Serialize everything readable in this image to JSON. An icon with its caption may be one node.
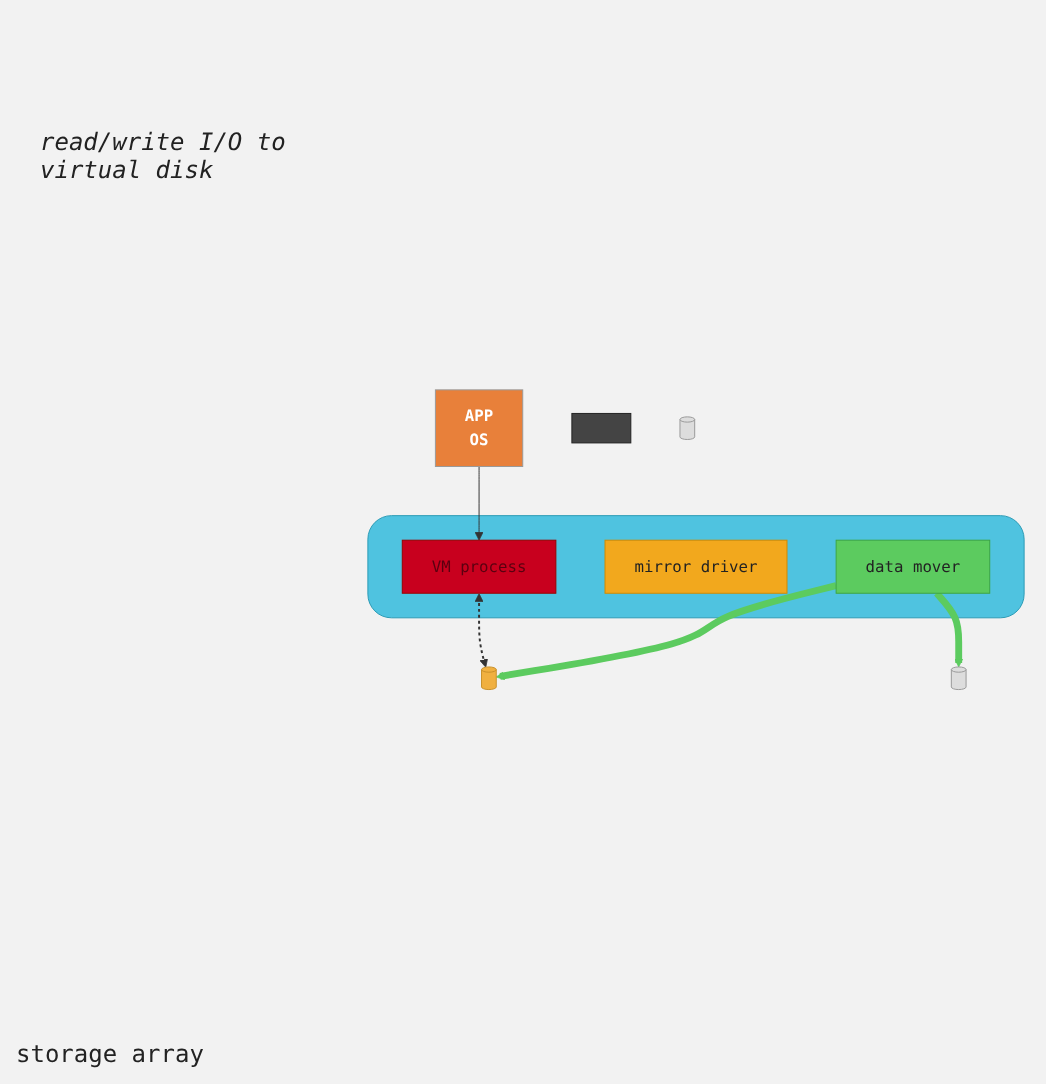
{
  "diagram": {
    "nodes": [
      {
        "text": [
          "APP",
          "OS"
        ]
      },
      {
        "text": [],
        "shape": "box"
      },
      {
        "text": [
          "VM process"
        ],
        "in": 1
      },
      {
        "text": [
          "mirror driver"
        ],
        "in": 1
      },
      {
        "text": [
          "data mover"
        ],
        "in": 1
      },
      {
        "text": [],
        "shape": "bar"
      },
      {
        "text": [],
        "shape": "cylinder"
      },
      {
        "text": [],
        "shape": "cylinder"
      },
      {
        "text": [],
        "shape": "cylinder"
      }
    ],
    "edges": [
      {
        "from": 0,
        "to": 2,
        "arrow": "to"
      },
      {
        "from": 4,
        "to": 6,
        "arrow": "to",
        "style": "thick",
        "color": "#5ccb5f"
      },
      {
        "from": 4,
        "to": 8,
        "arrow": "to",
        "style": "thick",
        "color": "#5ccb5f"
      },
      {
        "from": 2,
        "to": 8,
        "arrow": "both",
        "style": "dashed",
        "color": "#333333"
      }
    ],
    "labels": [
      "read/write I/O to virtual disk",
      "storage array"
    ]
  }
}
